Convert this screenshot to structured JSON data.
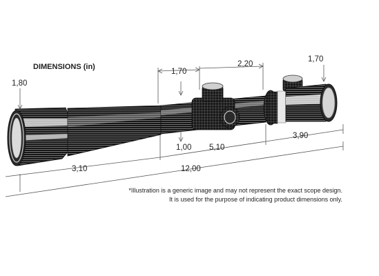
{
  "diagram": {
    "title": "DIMENSIONS (in)",
    "dimensions": {
      "objective_diameter": "1,80",
      "eyepiece_diameter": "1,70",
      "turret_width": "1,70",
      "turret_to_power_ring": "2,20",
      "tube_diameter": "1,00",
      "objective_length": "3,10",
      "tube_length": "5,10",
      "eyepiece_length": "3,90",
      "overall_length": "12,00"
    },
    "note_line1": "*Illustration is a generic image and may not represent the exact scope design.",
    "note_line2": "It is used for the purpose of indicating product dimensions only."
  },
  "colors": {
    "scope_body": "#1a1a1a",
    "wireframe": "#bfbfbf",
    "dimension_line": "#555555"
  }
}
